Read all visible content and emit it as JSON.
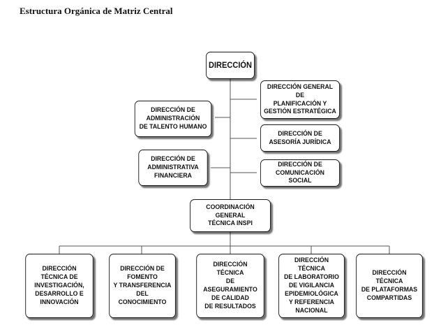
{
  "title": "Estructura Orgánica de Matriz Central",
  "nodes": {
    "direccion": "DIRECCIÓN",
    "planificacion": "DIRECCIÓN GENERAL DE\nPLANIFICACIÓN Y\nGESTIÓN ESTRATÉGICA",
    "talento": "DIRECCIÓN DE\nADMINISTRACIÓN\nDE TALENTO HUMANO",
    "juridica": "DIRECCIÓN DE\nASESORÍA JURÍDICA",
    "financiera": "DIRECCIÓN DE\nADMINISTRATIVA\nFINANCIERA",
    "comunicacion": "DIRECCIÓN DE\nCOMUNICACIÓN SOCIAL",
    "coordinacion": "COORDINACIÓN GENERAL\nTÉCNICA INSPI",
    "investigacion": "DIRECCIÓN TÉCNICA DE\nINVESTIGACIÓN,\nDESARROLLO E\nINNOVACIÓN",
    "fomento": "DIRECCIÓN DE FOMENTO\nY TRANSFERENCIA\nDEL CONOCIMIENTO",
    "calidad": "DIRECCIÓN TÉCNICA\nDE ASEGURAMIENTO\nDE CALIDAD\nDE RESULTADOS",
    "laboratorio": "DIRECCIÓN TÉCNICA\nDE LABORATORIO\nDE VIGILANCIA\nEPIDEMIOLÓGICA\nY REFERENCIA\nNACIONAL",
    "plataformas": "DIRECCIÓN TÉCNICA\nDE PLATAFORMAS\nCOMPARTIDAS"
  }
}
